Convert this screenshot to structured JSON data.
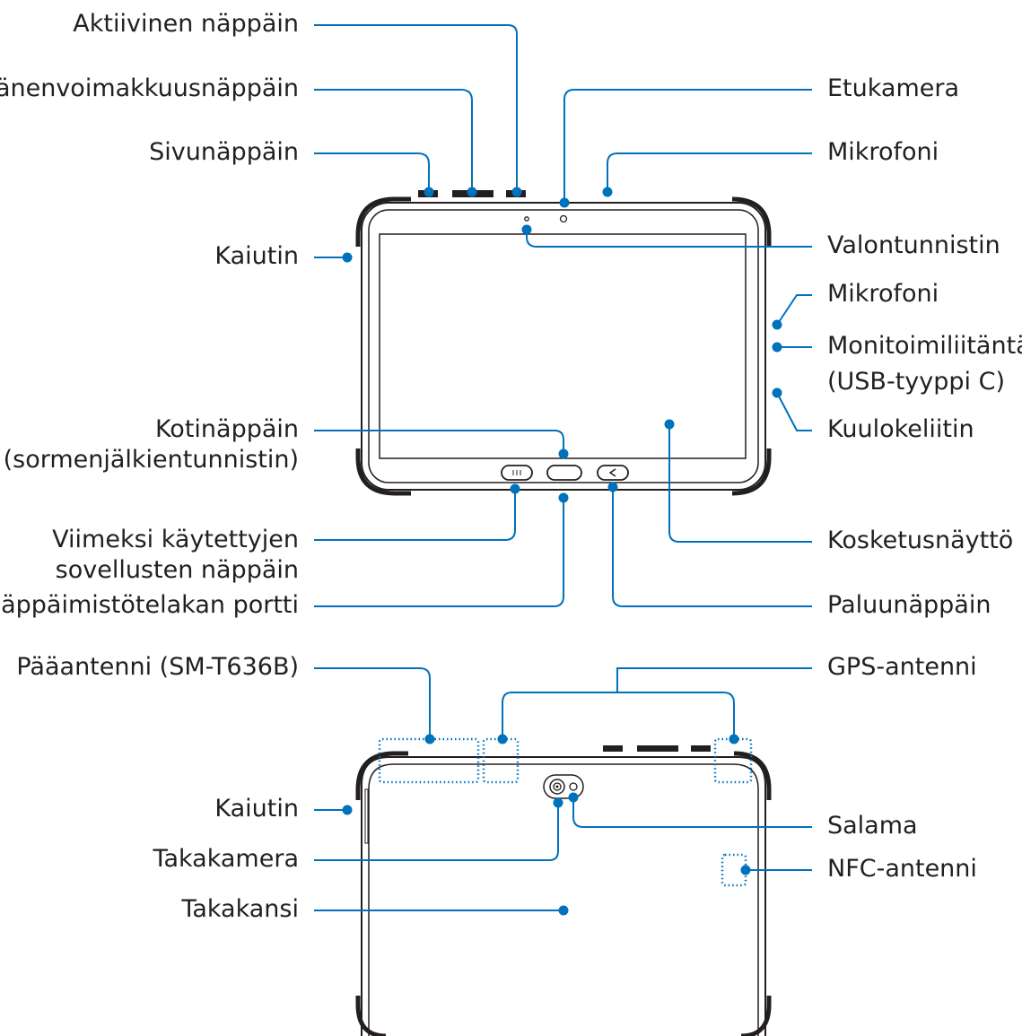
{
  "colors": {
    "accent": "#0072bc",
    "outline": "#231f20",
    "text": "#231f20"
  },
  "front_view": {
    "left_labels": {
      "active_key": "Aktiivinen näppäin",
      "volume_key": "Äänenvoimakkuusnäppäin",
      "side_key": "Sivunäppäin",
      "speaker": "Kaiutin",
      "home_key_line1": "Kotinäppäin",
      "home_key_line2": "(sormenjälkientunnistin)",
      "recent_apps_line1": "Viimeksi käytettyjen",
      "recent_apps_line2": "sovellusten näppäin",
      "keyboard_dock_port": "Näppäimistötelakan portti"
    },
    "right_labels": {
      "front_camera": "Etukamera",
      "microphone_top": "Mikrofoni",
      "light_sensor": "Valontunnistin",
      "microphone_side": "Mikrofoni",
      "multipurpose_jack_line1": "Monitoimiliitäntä",
      "multipurpose_jack_line2": "(USB-tyyppi C)",
      "earphone_jack": "Kuulokeliitin",
      "touchscreen": "Kosketusnäyttö",
      "back_key": "Paluunäppäin"
    }
  },
  "back_view": {
    "left_labels": {
      "main_antenna": "Pääantenni (SM-T636B)",
      "speaker": "Kaiutin",
      "rear_camera": "Takakamera",
      "back_cover": "Takakansi"
    },
    "right_labels": {
      "gps_antenna": "GPS-antenni",
      "flash": "Salama",
      "nfc_antenna": "NFC-antenni"
    }
  }
}
